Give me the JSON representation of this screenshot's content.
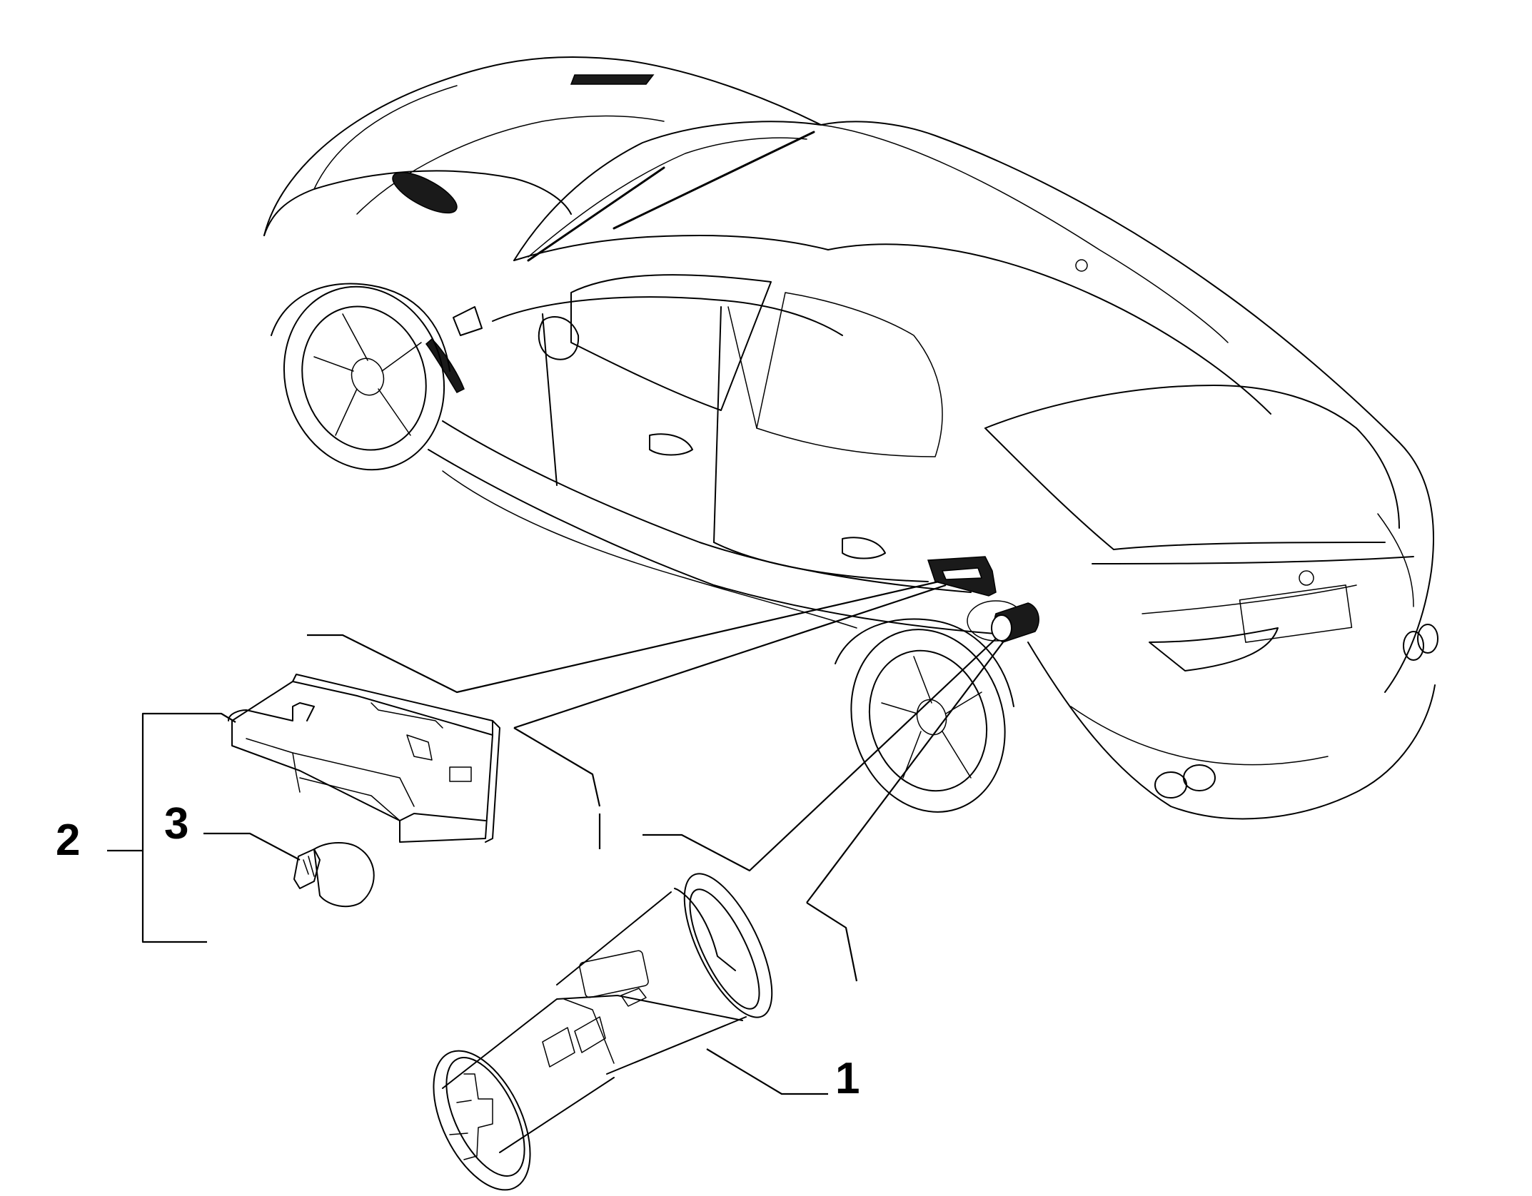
{
  "callouts": [
    {
      "id": "1",
      "label": "1"
    },
    {
      "id": "2",
      "label": "2"
    },
    {
      "id": "3",
      "label": "3"
    }
  ],
  "colors": {
    "line": "#000000",
    "background": "#ffffff",
    "solid_part": "#1a1a1a"
  }
}
